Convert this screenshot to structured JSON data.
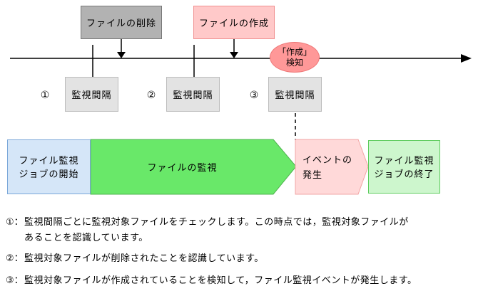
{
  "diagram": {
    "title": "file-monitoring-timeline",
    "top_boxes": {
      "file_delete": "ファイルの削除",
      "file_create": "ファイルの作成"
    },
    "detect_bubble": {
      "line1": "「作成」",
      "line2": "検知"
    },
    "interval_markers": [
      {
        "num": "①",
        "label": "監視間隔"
      },
      {
        "num": "②",
        "label": "監視間隔"
      },
      {
        "num": "③",
        "label": "監視間隔"
      }
    ],
    "flow": {
      "start_line1": "ファイル監視",
      "start_line2": "ジョブの開始",
      "monitor": "ファイルの監視",
      "event_line1": "イベントの",
      "event_line2": "発生",
      "end_line1": "ファイル監視",
      "end_line2": "ジョブの終了"
    },
    "notes": [
      {
        "num": "①：",
        "text": "監視間隔ごとに監視対象ファイルをチェックします。この時点では，監視対象ファイルが\nあることを認識しています。"
      },
      {
        "num": "②：",
        "text": "監視対象ファイルが削除されたことを認識しています。"
      },
      {
        "num": "③：",
        "text": "監視対象ファイルが作成されていることを検知して，ファイル監視イベントが発生します。"
      }
    ],
    "colors": {
      "delete_box_fill": "#b2b2b2",
      "create_box_fill": "#ffc9c9",
      "detect_bubble_fill": "#ff9898",
      "interval_box_fill": "#e3e3e3",
      "start_box_fill": "#d5e6f8",
      "monitor_arrow_fill": "#69e869",
      "event_arrow_fill": "#ffd9d9",
      "end_box_fill": "#cdf6cd",
      "line_color": "#000000"
    }
  }
}
